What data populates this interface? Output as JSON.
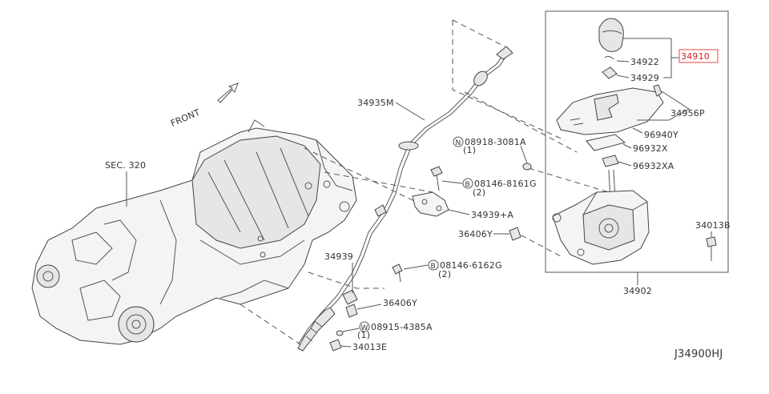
{
  "labels": {
    "front": "FRONT",
    "sec320": "SEC. 320",
    "p34935m": "34935M",
    "p34939": "34939",
    "p34939a": "34939+A",
    "p36406y_a": "36406Y",
    "p36406y_b": "36406Y",
    "p34013e": "34013E",
    "p34902": "34902",
    "p34910": "34910",
    "p34922": "34922",
    "p34929": "34929",
    "p34956p": "34956P",
    "p96940y": "96940Y",
    "p96932x": "96932X",
    "p96932xa": "96932XA",
    "p34013b": "34013B",
    "n08918": "08918-3081A",
    "n08918_q": "(1)",
    "n08918_sym": "N",
    "b08146a": "08146-8161G",
    "b08146a_q": "(2)",
    "b08146a_sym": "B",
    "b08146b": "08146-6162G",
    "b08146b_q": "(2)",
    "b08146b_sym": "B",
    "w08915": "08915-4385A",
    "w08915_q": "(1)",
    "w08915_sym": "W",
    "diagram_id": "J34900HJ"
  },
  "highlight_color": "#f08a8a",
  "highlight_text_color": "#d02020"
}
